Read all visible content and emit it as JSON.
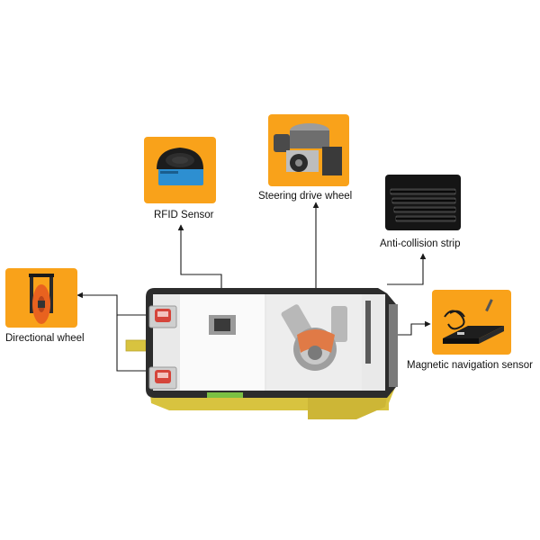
{
  "colors": {
    "tile_orange": "#F9A21A",
    "tile_dark": "#151515",
    "chassis_yellow": "#D8C33F",
    "chassis_dark": "#2C2C2C",
    "deck_gray": "#E9E9E9",
    "connector": "#1A1A1A"
  },
  "components": {
    "directional_wheel": {
      "label": "Directional wheel",
      "icon": "caster-wheel-icon"
    },
    "rfid_sensor": {
      "label": "RFID Sensor",
      "icon": "rfid-reader-icon"
    },
    "steering_drive_wheel": {
      "label": "Steering drive wheel",
      "icon": "drive-wheel-icon"
    },
    "anti_collision_strip": {
      "label": "Anti-collision strip",
      "icon": "bumper-strip-icon"
    },
    "magnetic_navigation_sensor": {
      "label": "Magnetic navigation sensor",
      "icon": "magnetic-sensor-icon"
    }
  }
}
